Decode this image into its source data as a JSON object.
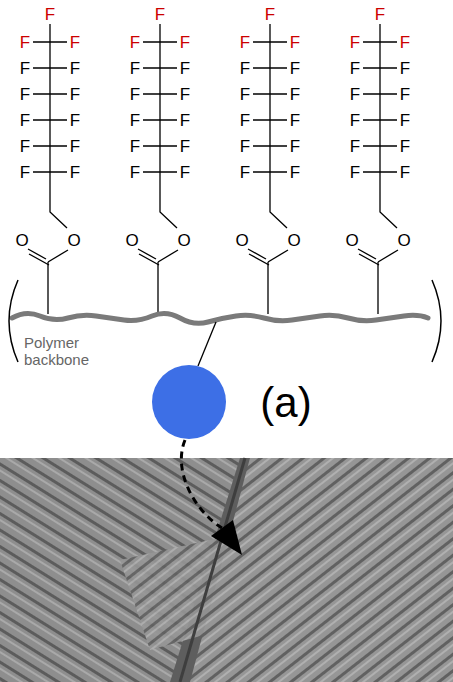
{
  "diagram": {
    "labels": [
      "F",
      "F",
      "F",
      "F",
      "F",
      "F",
      "F",
      "F",
      "F",
      "F",
      "F",
      "F",
      "F",
      "O",
      "O",
      "F",
      "F",
      "F",
      "F",
      "F",
      "F",
      "F",
      "F",
      "F",
      "F",
      "F",
      "F",
      "F",
      "O",
      "O",
      "F",
      "F",
      "F",
      "F",
      "F",
      "F",
      "F",
      "F",
      "F",
      "F",
      "F",
      "F",
      "F",
      "O",
      "O",
      "F",
      "F",
      "F",
      "F",
      "F",
      "F",
      "F",
      "F",
      "F",
      "F",
      "F",
      "F",
      "F",
      "O",
      "O",
      "Polymer backbone",
      "(a)"
    ]
  }
}
